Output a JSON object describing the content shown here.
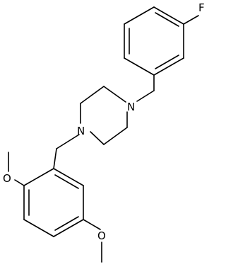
{
  "molecule": {
    "atoms": {
      "fluorine": "F",
      "nitrogen_top": "N",
      "nitrogen_bottom": "N",
      "oxygen_left": "O",
      "oxygen_bottom": "O"
    }
  }
}
